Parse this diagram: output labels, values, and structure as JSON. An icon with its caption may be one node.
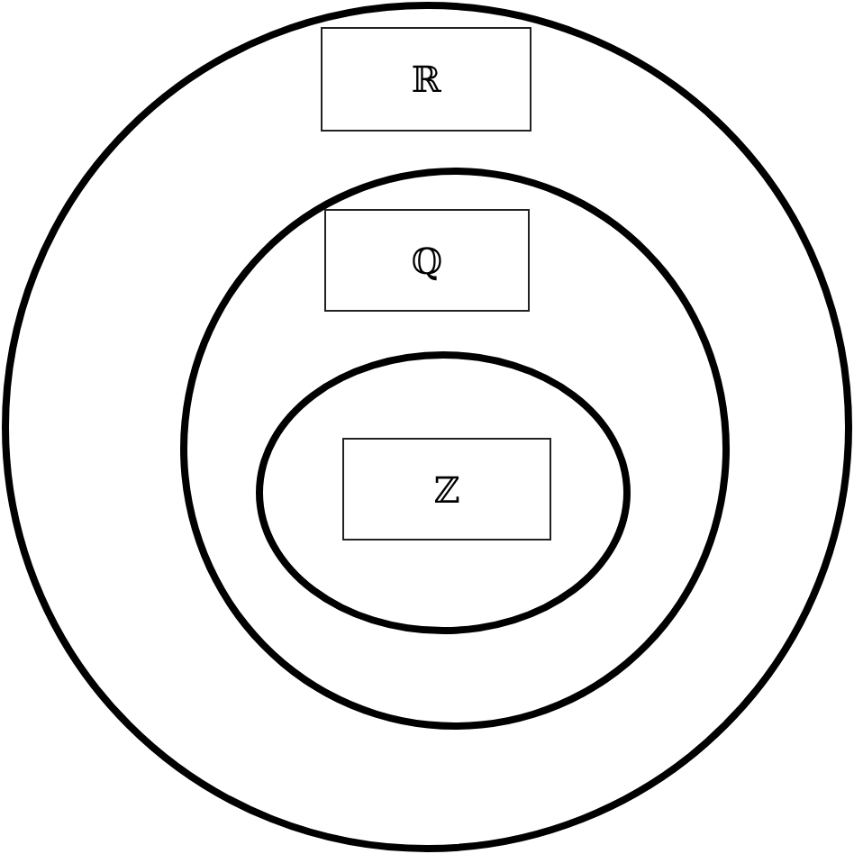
{
  "diagram": {
    "nodes": [
      {
        "text": [],
        "shape": "circle"
      },
      {
        "text": [
          "ℝ"
        ],
        "in": 0
      },
      {
        "text": [],
        "shape": "circle",
        "in": 0
      },
      {
        "text": [
          "ℚ"
        ],
        "in": 2
      },
      {
        "text": [],
        "shape": "circle",
        "in": 2
      },
      {
        "text": [
          "ℤ"
        ],
        "in": 4
      }
    ]
  }
}
